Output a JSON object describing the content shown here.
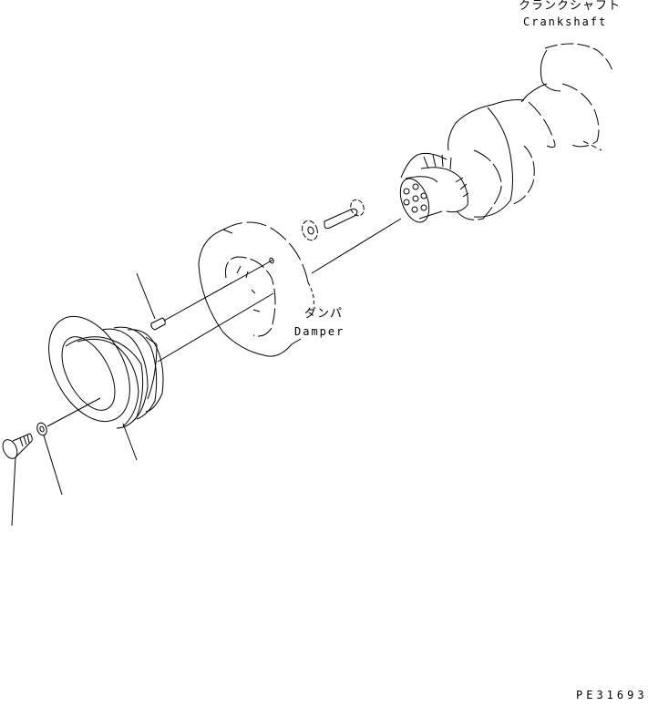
{
  "diagram": {
    "type": "exploded-parts-diagram",
    "labels": {
      "crankshaft_jp": "クランクシャフト",
      "crankshaft_en": "Crankshaft",
      "damper_jp": "ダンパ",
      "damper_en": "Damper"
    },
    "figure_code": "PE31693",
    "parts": [
      {
        "name": "crankshaft",
        "label": "Crankshaft"
      },
      {
        "name": "damper",
        "label": "Damper"
      },
      {
        "name": "bolt",
        "label": ""
      },
      {
        "name": "washer",
        "label": ""
      },
      {
        "name": "pulley",
        "label": ""
      },
      {
        "name": "dowel-pin",
        "label": ""
      },
      {
        "name": "small-bolt",
        "label": ""
      },
      {
        "name": "small-washer",
        "label": ""
      }
    ],
    "colors": {
      "line": "#000000",
      "background": "#ffffff"
    }
  }
}
